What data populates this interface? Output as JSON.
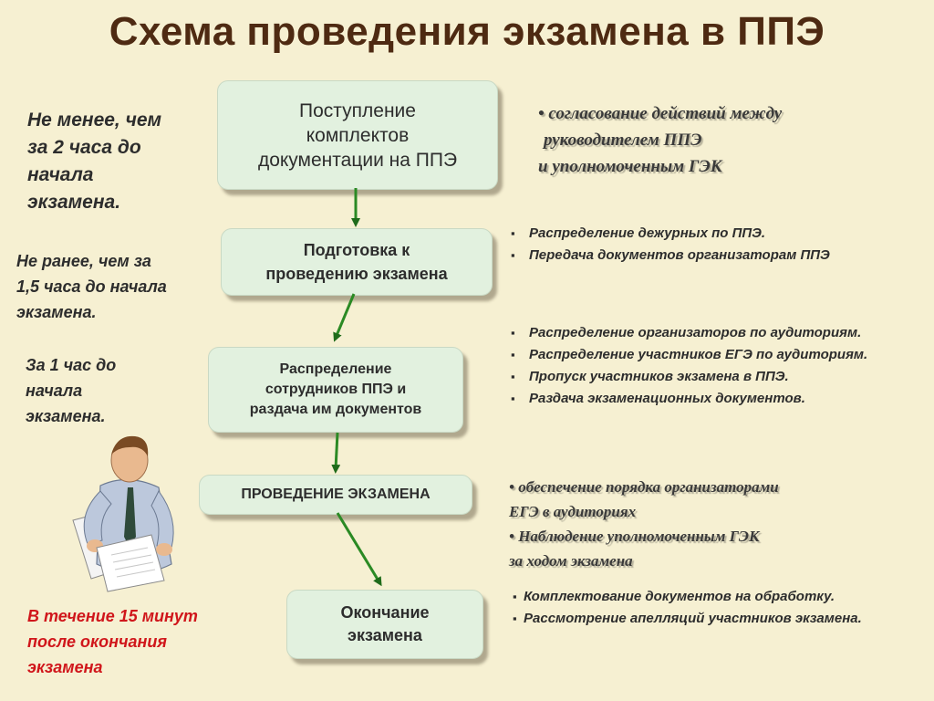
{
  "title": "Схема проведения экзамена в ППЭ",
  "steps": [
    "Поступление\nкомплектов\nдокументации на ППЭ",
    "Подготовка к\nпроведению экзамена",
    "Распределение\nсотрудников ППЭ и\nраздача им документов",
    "ПРОВЕДЕНИЕ ЭКЗАМЕНА",
    "Окончание\nэкзамена"
  ],
  "timing": [
    "Не менее, чем\nза 2 часа до\nначала\nэкзамена.",
    "Не ранее, чем за\n1,5 часа до начала\nэкзамена.",
    "За 1 час до\nначала\nэкзамена.",
    "В течение 15  минут\nпосле окончания\nэкзамена"
  ],
  "actions_1": [
    "• согласование действий между",
    "руководителем ППЭ",
    "и уполномоченным ГЭК"
  ],
  "actions_2": [
    "Распределение дежурных по ППЭ.",
    "Передача документов организаторам ППЭ"
  ],
  "actions_3": [
    "Распределение организаторов по аудиториям.",
    "Распределение  участников ЕГЭ по аудиториям.",
    "Пропуск участников экзамена в ППЭ.",
    "Раздача экзаменационных документов."
  ],
  "actions_4": [
    "•        обеспечение порядка организаторами",
    "ЕГЭ в аудиториях",
    "•        Наблюдение  уполномоченным ГЭК",
    " за ходом экзамена"
  ],
  "actions_5": [
    "Комплектование документов на обработку.",
    "Рассмотрение апелляций участников экзамена."
  ],
  "colors": {
    "background": "#f6f0d2",
    "title": "#4e2a12",
    "box": "#e2f1df",
    "arrow": "#1f6b1a",
    "highlight_text": "#d0161b"
  },
  "icons": [
    "down-arrow-icon",
    "person-reading-documents-icon"
  ]
}
